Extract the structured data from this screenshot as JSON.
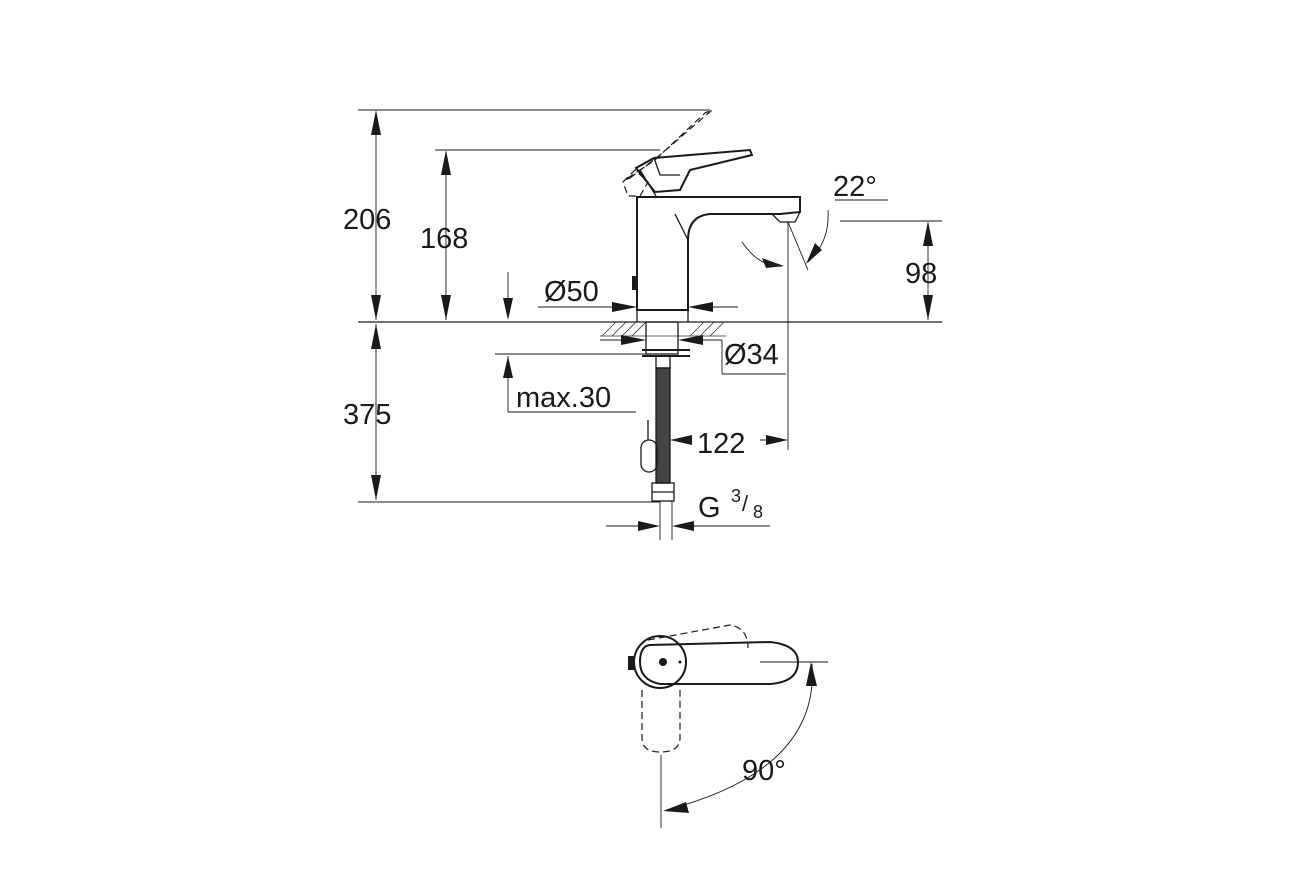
{
  "dimensions": {
    "total_height": "206",
    "lever_height": "168",
    "base_diameter": "Ø50",
    "spout_angle": "22°",
    "spout_height": "98",
    "shank_diameter": "Ø34",
    "max_deck_thickness": "max.30",
    "below_deck_length": "375",
    "spout_reach": "122",
    "connection_thread_prefix": "G",
    "connection_thread_numerator": "3",
    "connection_thread_denominator": "8",
    "lever_rotation": "90°"
  }
}
